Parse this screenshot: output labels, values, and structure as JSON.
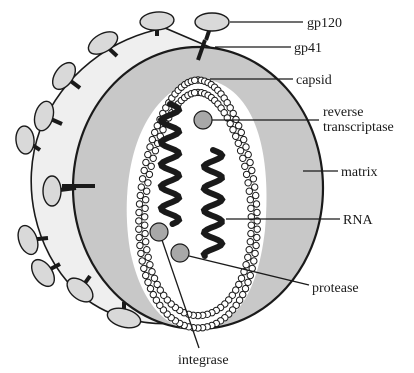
{
  "labels": {
    "gp120": "gp120",
    "gp41": "gp41",
    "capsid": "capsid",
    "reverse_line1": "reverse",
    "reverse_line2": "transcriptase",
    "matrix": "matrix",
    "rna": "RNA",
    "protease": "protease",
    "integrase": "integrase"
  },
  "colors": {
    "stroke": "#1a1a1a",
    "envelope": "#efefef",
    "matrix": "#c8c8c8",
    "capsid_interior": "#ffffff",
    "knob": "#d9d9d9",
    "enzyme": "#a8a8a8",
    "leader": "#1a1a1a"
  }
}
